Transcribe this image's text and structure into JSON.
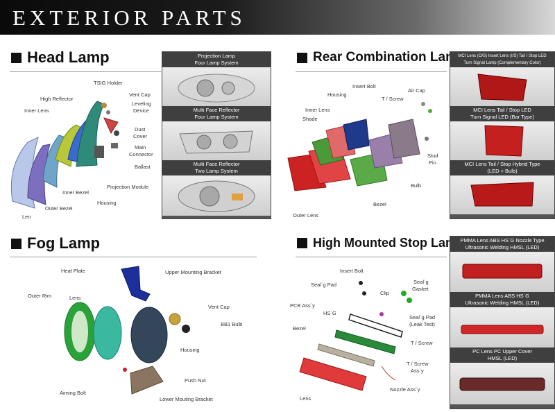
{
  "banner": {
    "title": "EXTERIOR PARTS"
  },
  "head_lamp": {
    "title": "Head Lamp",
    "labels": [
      "TSIG Holder",
      "Vent Cap",
      "High Reflector",
      "Leveling",
      "Device",
      "Inner Lens",
      "Dust",
      "Cover",
      "Main",
      "Connector",
      "Ballast",
      "Inner Bezel",
      "Projection Module",
      "Housing",
      "Outer Bezel",
      "Len"
    ],
    "photos": [
      {
        "caption_line1": "Projection Lamp",
        "caption_line2": "Four Lamp System"
      },
      {
        "caption_line1": "Multi Face Reflector",
        "caption_line2": "Four Lamp System"
      },
      {
        "caption_line1": "Multi Face Reflector",
        "caption_line2": "Two Lamp System"
      }
    ]
  },
  "rear_lamp": {
    "title": "Rear Combination Lamp",
    "labels": [
      "Insert Bolt",
      "Housing",
      "T / Screw",
      "Air Cap",
      "Inner Lens",
      "Shade",
      "Stud",
      "Pin",
      "Bulb",
      "Bezel",
      "Outer Lens"
    ],
    "photos": [
      {
        "caption_line1": "MCI Lens (O/S)   Insert Lens (I/S)   Tail / Stop LED",
        "caption_line2": "Turn Signal Lamp   (Complementary Color)"
      },
      {
        "caption_line1": "MCI Lens      Tail / Stop LED",
        "caption_line2": "Turn Signal LED   (Bar Type)"
      },
      {
        "caption_line1": "MCI Lens    Tail / Stop Hybrid Type",
        "caption_line2": "(LED + Bulb)"
      }
    ]
  },
  "fog_lamp": {
    "title": "Fog Lamp",
    "labels": [
      "Heat Plate",
      "Upper Mounting Bracket",
      "Outer Rim",
      "Lens",
      "Vent Cap",
      "BB1 Bulb",
      "Housing",
      "Push Nut",
      "Aiming Bolt",
      "Lower Mouting Bracket"
    ]
  },
  "hmsl": {
    "title": "High Mounted Stop Lamp",
    "labels": [
      "Insert Bolt",
      "Seal`g Pad",
      "Seal`g",
      "Gasket",
      "Clip",
      "PCB Ass`y",
      "HS`G",
      "Seal`g Pad",
      "(Leak Test)",
      "Bezel",
      "T / Screw",
      "T / Screw",
      "Ass`y",
      "Nozzle Ass`y",
      "Lens"
    ],
    "photos": [
      {
        "caption_line1": "PMMA Lens   ABS HS`G   Nozzle Type",
        "caption_line2": "Ultrasonic Welding   HMSL (LED)"
      },
      {
        "caption_line1": "PMMA Lens   ABS HS`G",
        "caption_line2": "Ultrasonic Welding   HMSL (LED)"
      },
      {
        "caption_line1": "PC Lens   PC Upper Cover",
        "caption_line2": "HMSL (LED)"
      }
    ]
  }
}
